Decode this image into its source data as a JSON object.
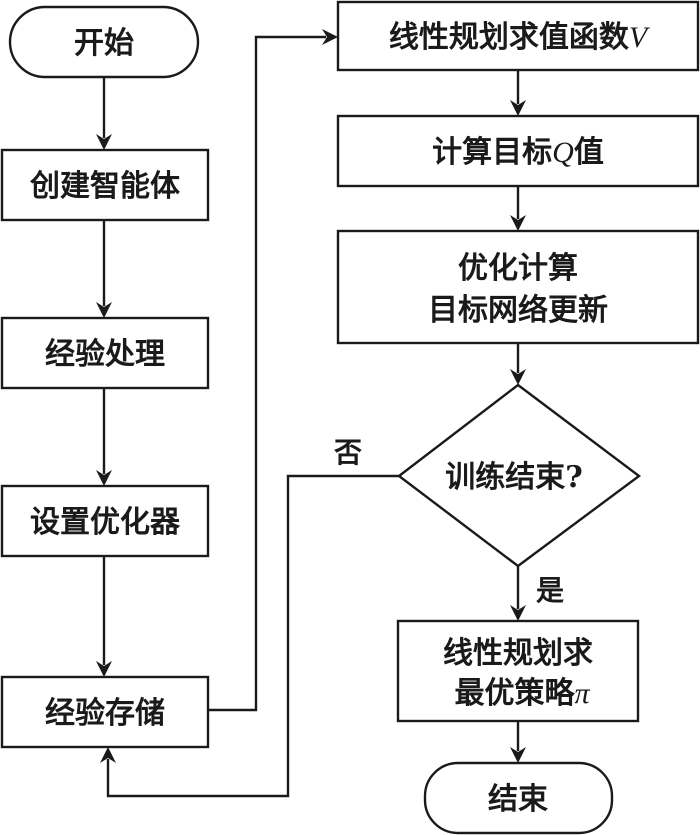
{
  "diagram": {
    "type": "flowchart",
    "nodes": {
      "start": {
        "text": "开始",
        "shape": "terminal"
      },
      "create_agent": {
        "text": "创建智能体",
        "shape": "process"
      },
      "experience_processing": {
        "text": "经验处理",
        "shape": "process"
      },
      "set_optimizer": {
        "text": "设置优化器",
        "shape": "process"
      },
      "experience_storage": {
        "text": "经验存储",
        "shape": "process"
      },
      "lp_value_function": {
        "text": "线性规划求值函数",
        "math": "V",
        "shape": "process"
      },
      "compute_target_q": {
        "text_before": "计算目标",
        "math": "Q",
        "text_after": "值",
        "shape": "process"
      },
      "optimize_update": {
        "line1": "优化计算",
        "line2": "目标网络更新",
        "shape": "process"
      },
      "training_done": {
        "text": "训练结束?",
        "shape": "decision"
      },
      "lp_optimal_policy": {
        "line1": "线性规划求",
        "line2": "最优策略",
        "math": "π",
        "shape": "process"
      },
      "end": {
        "text": "结束",
        "shape": "terminal"
      }
    },
    "edges": [
      {
        "from": "start",
        "to": "create_agent"
      },
      {
        "from": "create_agent",
        "to": "experience_processing"
      },
      {
        "from": "experience_processing",
        "to": "set_optimizer"
      },
      {
        "from": "set_optimizer",
        "to": "experience_storage"
      },
      {
        "from": "experience_storage",
        "to": "lp_value_function"
      },
      {
        "from": "lp_value_function",
        "to": "compute_target_q"
      },
      {
        "from": "compute_target_q",
        "to": "optimize_update"
      },
      {
        "from": "optimize_update",
        "to": "training_done"
      },
      {
        "from": "training_done",
        "to": "experience_storage",
        "label": "否"
      },
      {
        "from": "training_done",
        "to": "lp_optimal_policy",
        "label": "是"
      },
      {
        "from": "lp_optimal_policy",
        "to": "end"
      }
    ],
    "labels": {
      "no": "否",
      "yes": "是"
    },
    "colors": {
      "stroke": "#1a1a1a",
      "fill": "#ffffff",
      "background": "#ffffff"
    }
  }
}
